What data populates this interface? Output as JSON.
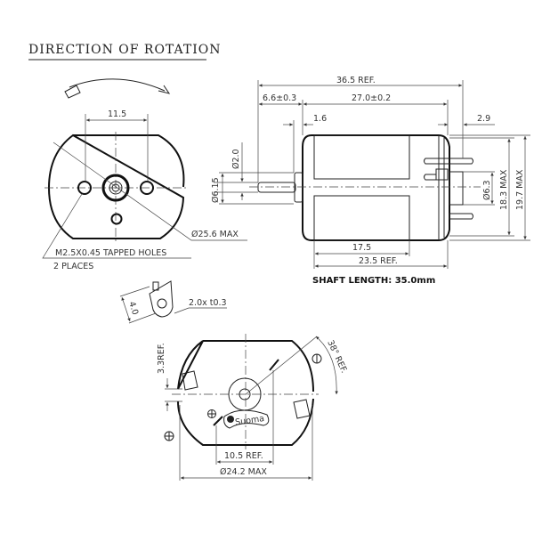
{
  "title": "DIRECTION OF ROTATION",
  "front_view": {
    "hole_spacing": "11.5",
    "diameter": "Ø25.6 MAX",
    "holes_note": "M2.5X0.45 TAPPED HOLES",
    "holes_count": "2 PLACES"
  },
  "side_view": {
    "overall": "36.5 REF.",
    "shaft_ext": "6.6±0.3",
    "body_len": "27.0±0.2",
    "collar": "1.6",
    "terminal_off": "2.9",
    "shaft_dia": "Ø2.0",
    "collar_dia": "Ø6.15",
    "boss_dia": "Ø6.3",
    "height_1": "18.3 MAX",
    "height_2": "19.7 MAX",
    "magnet_len": "17.5",
    "can_len": "23.5 REF.",
    "shaft_length": "SHAFT LENGTH: 35.0mm"
  },
  "terminal_detail": {
    "height": "4.0",
    "size": "2.0x t0.3"
  },
  "rear_view": {
    "offset": "3.3REF.",
    "angle": "38° REF.",
    "terminal_spacing": "10.5 REF.",
    "diameter": "Ø24.2 MAX",
    "logo": "Suoma"
  }
}
